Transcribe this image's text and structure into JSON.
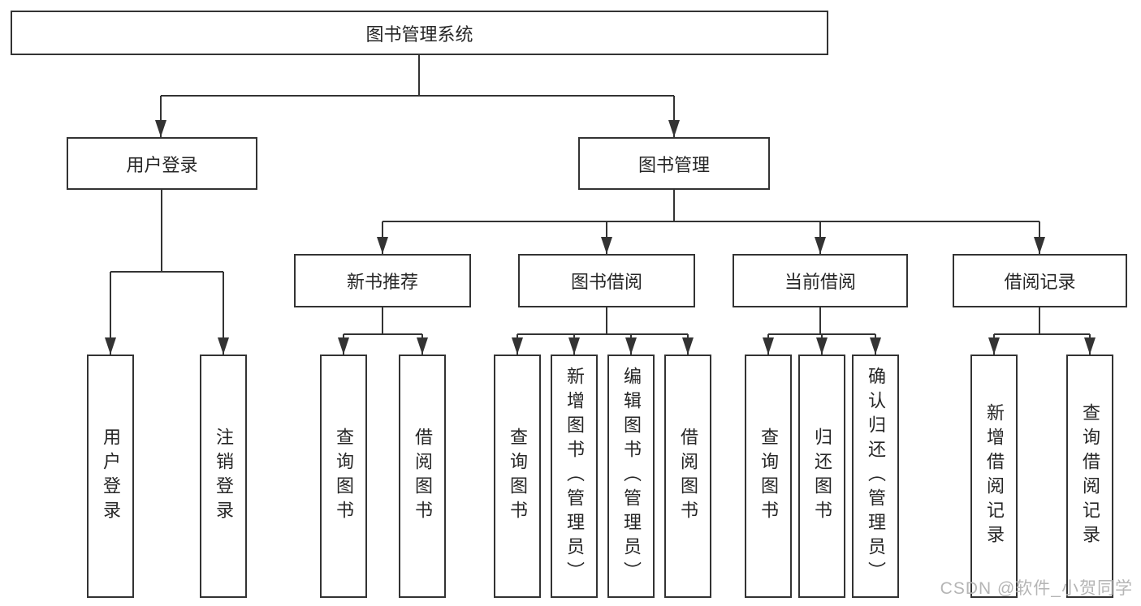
{
  "diagram": {
    "root": {
      "label": "图书管理系统"
    },
    "branches": [
      {
        "label": "用户登录",
        "children": [
          {
            "label": "用户登录"
          },
          {
            "label": "注销登录"
          }
        ]
      },
      {
        "label": "图书管理",
        "children": [
          {
            "label": "新书推荐",
            "children": [
              {
                "label": "查询图书"
              },
              {
                "label": "借阅图书"
              }
            ]
          },
          {
            "label": "图书借阅",
            "children": [
              {
                "label": "查询图书"
              },
              {
                "label": "新增图书（管理员）"
              },
              {
                "label": "编辑图书（管理员）"
              },
              {
                "label": "借阅图书"
              }
            ]
          },
          {
            "label": "当前借阅",
            "children": [
              {
                "label": "查询图书"
              },
              {
                "label": "归还图书"
              },
              {
                "label": "确认归还（管理员）"
              }
            ]
          },
          {
            "label": "借阅记录",
            "children": [
              {
                "label": "新增借阅记录"
              },
              {
                "label": "查询借阅记录"
              }
            ]
          }
        ]
      }
    ]
  },
  "watermark": {
    "text": "CSDN @软件_小贺同学"
  },
  "colors": {
    "line": "#333333",
    "box_border": "#333333",
    "text": "#262626",
    "watermark": "#b5b5b5",
    "background": "#ffffff"
  }
}
